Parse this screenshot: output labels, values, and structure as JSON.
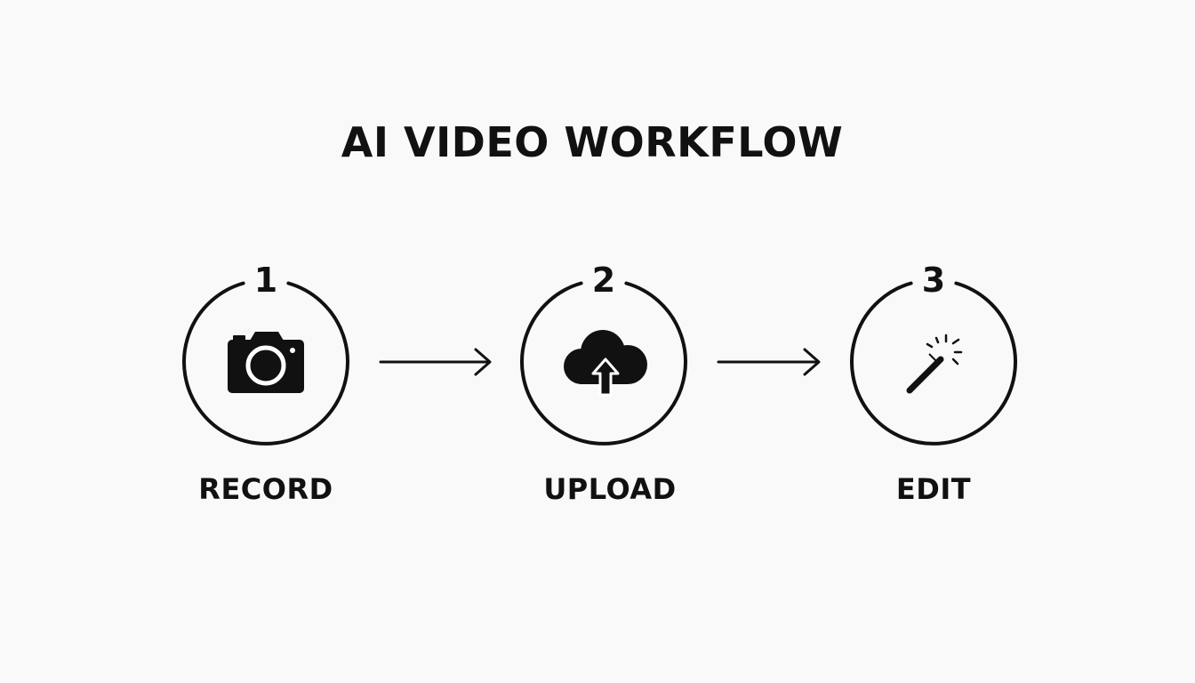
{
  "title": "AI VIDEO WORKFLOW",
  "colors": {
    "background": "#f9f9f9",
    "ink": "#111111"
  },
  "steps": [
    {
      "number": "1",
      "label": "RECORD",
      "icon": "camera-icon"
    },
    {
      "number": "2",
      "label": "UPLOAD",
      "icon": "cloud-upload-icon"
    },
    {
      "number": "3",
      "label": "EDIT",
      "icon": "magic-wand-icon"
    }
  ],
  "connectors": [
    {
      "from": "1",
      "to": "2",
      "icon": "arrow-right-icon"
    },
    {
      "from": "2",
      "to": "3",
      "icon": "arrow-right-icon"
    }
  ]
}
